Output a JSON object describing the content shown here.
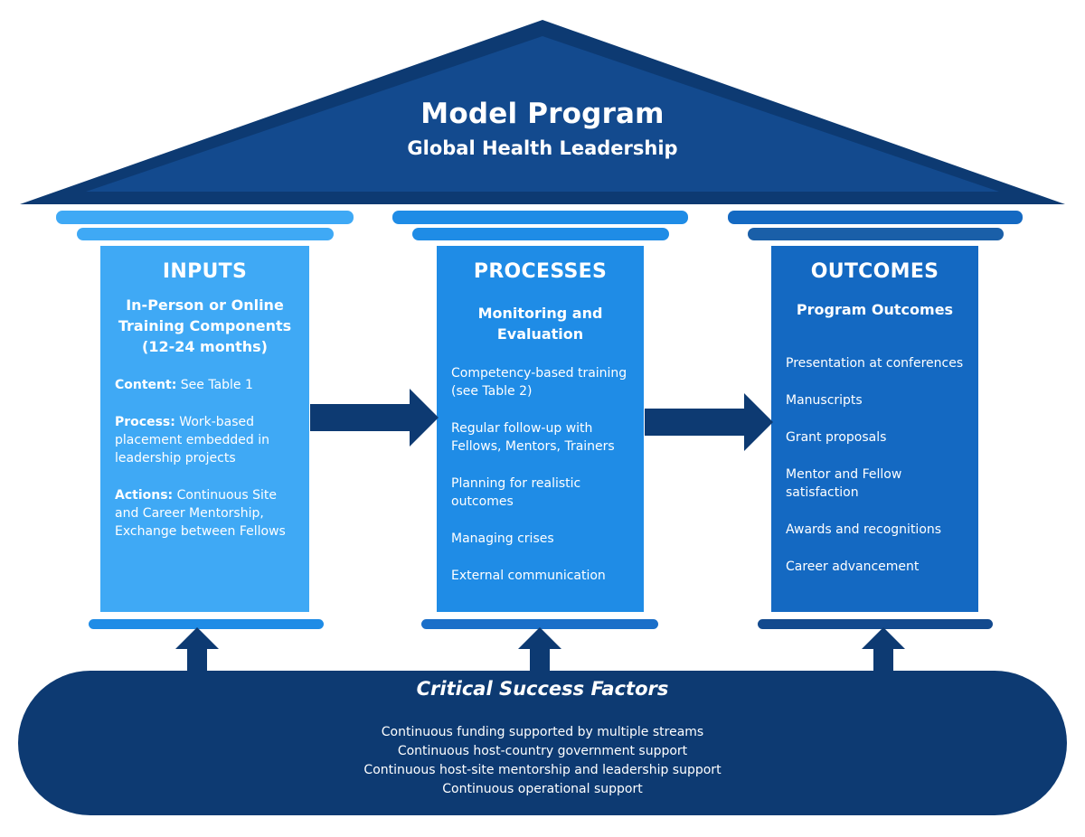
{
  "title": "Model Program",
  "subtitle": "Global Health Leadership",
  "columns": [
    {
      "heading": "INPUTS",
      "subheading": [
        "In-Person or Online",
        "Training Components",
        "(12-24 months)"
      ],
      "items": [
        {
          "label": "Content:",
          "text": "See Table 1"
        },
        {
          "label": "Process:",
          "text": "Work-based placement embedded in leadership projects"
        },
        {
          "label": "Actions:",
          "text": "Continuous Site and Career Mentorship, Exchange between Fellows"
        }
      ],
      "color": "#3fa9f5"
    },
    {
      "heading": "PROCESSES",
      "subheading": [
        "Monitoring and",
        "Evaluation"
      ],
      "items": [
        {
          "text": "Competency-based training (see Table 2)"
        },
        {
          "text": "Regular follow-up with Fellows, Mentors, Trainers"
        },
        {
          "text": "Planning for realistic outcomes"
        },
        {
          "text": "Managing crises"
        },
        {
          "text": "External communication"
        }
      ],
      "color": "#1f8ce6"
    },
    {
      "heading": "OUTCOMES",
      "subheading": [
        "Program Outcomes"
      ],
      "items": [
        {
          "text": "Presentation at conferences"
        },
        {
          "text": "Manuscripts"
        },
        {
          "text": "Grant proposals"
        },
        {
          "text": "Mentor and Fellow satisfaction"
        },
        {
          "text": "Awards and recognitions"
        },
        {
          "text": "Career advancement"
        }
      ],
      "color": "#1469c2"
    }
  ],
  "foundation": {
    "title": "Critical Success Factors",
    "items": [
      "Continuous funding supported by multiple streams",
      "Continuous host-country government support",
      "Continuous host-site mentorship and leadership support",
      "Continuous operational support"
    ]
  },
  "colors": {
    "roof_outer": "#0d3a72",
    "roof_inner": "#134a8e",
    "arrow": "#0d3a72",
    "foundation": "#0d3a72"
  }
}
